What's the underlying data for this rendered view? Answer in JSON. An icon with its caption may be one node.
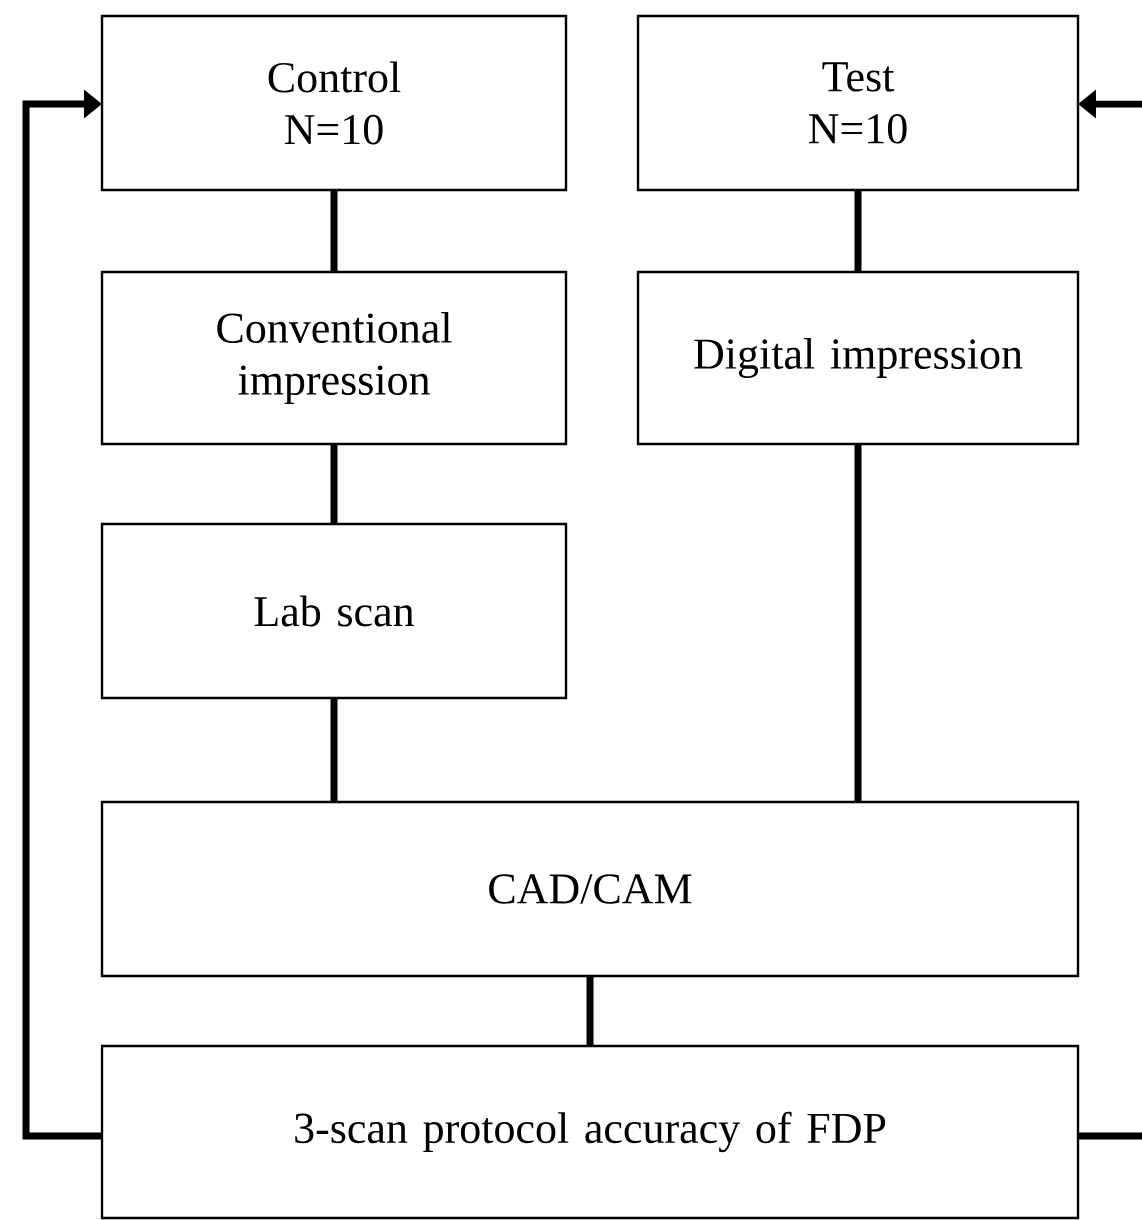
{
  "diagram": {
    "nodes": [
      {
        "text": [
          "Control",
          "N=10"
        ]
      },
      {
        "text": [
          "Test",
          "N=10"
        ]
      },
      {
        "text": [
          "Conventional impression"
        ]
      },
      {
        "text": [
          "Digital impression"
        ]
      },
      {
        "text": [
          "Lab scan"
        ]
      },
      {
        "text": [
          "CAD/CAM"
        ]
      },
      {
        "text": [
          "3-scan protocol accuracy of FDP"
        ]
      }
    ],
    "edges": [
      {
        "from": 0,
        "to": 2,
        "arrow": "none"
      },
      {
        "from": 1,
        "to": 3,
        "arrow": "none"
      },
      {
        "from": 2,
        "to": 4,
        "arrow": "none"
      },
      {
        "from": 4,
        "to": 5,
        "arrow": "none"
      },
      {
        "from": 3,
        "to": 5,
        "arrow": "none"
      },
      {
        "from": 5,
        "to": 6,
        "arrow": "none"
      },
      {
        "from": 6,
        "to": 0,
        "arrow": "to"
      },
      {
        "from": 6,
        "to": 1,
        "arrow": "to"
      }
    ]
  }
}
